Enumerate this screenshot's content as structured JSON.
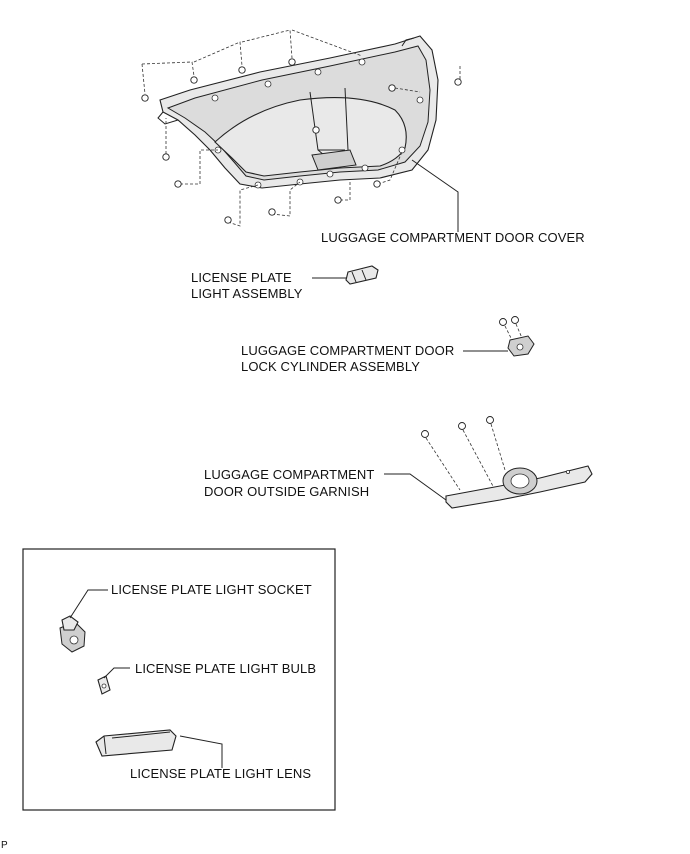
{
  "labels": {
    "door_cover": "LUGGAGE COMPARTMENT DOOR COVER",
    "plate_light_line1": "LICENSE PLATE",
    "plate_light_line2": "LIGHT ASSEMBLY",
    "lock_cylinder_line1": "LUGGAGE COMPARTMENT DOOR",
    "lock_cylinder_line2": "LOCK CYLINDER ASSEMBLY",
    "garnish_line1": "LUGGAGE COMPARTMENT",
    "garnish_line2": "DOOR OUTSIDE GARNISH",
    "socket": "LICENSE PLATE LIGHT SOCKET",
    "bulb": "LICENSE PLATE LIGHT BULB",
    "lens": "LICENSE PLATE LIGHT LENS",
    "corner_code": "P"
  }
}
